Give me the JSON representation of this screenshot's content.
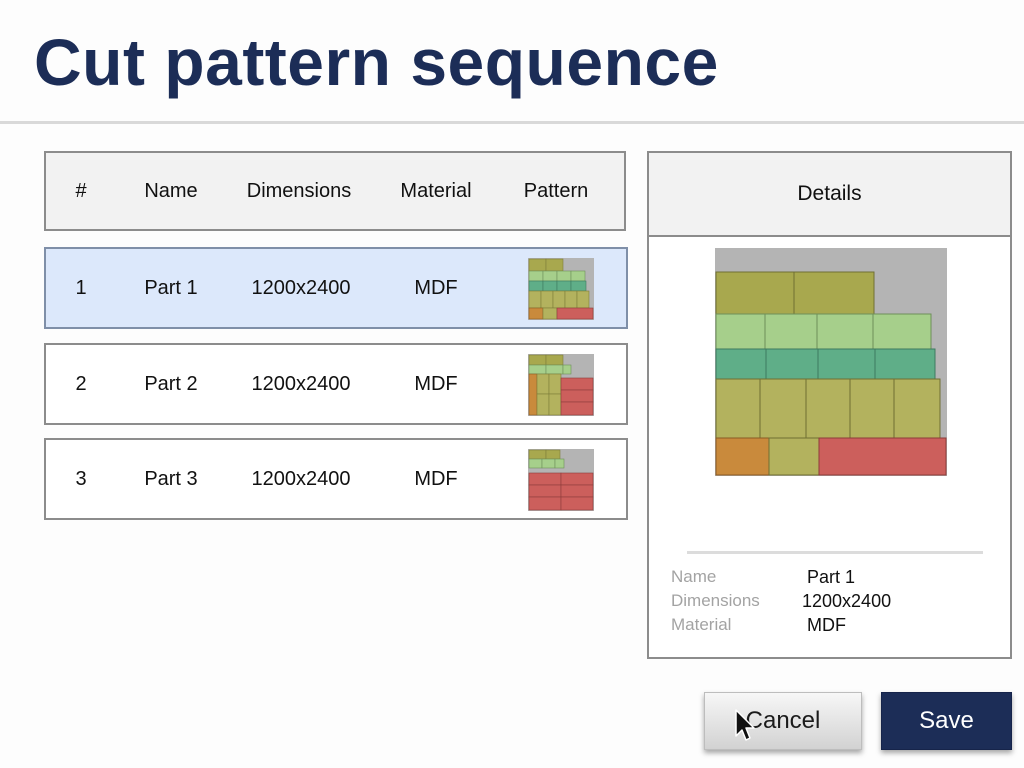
{
  "header": {
    "title": "Cut pattern sequence"
  },
  "table": {
    "columns": [
      "#",
      "Name",
      "Dimensions",
      "Material",
      "Pattern"
    ],
    "rows": [
      {
        "num": "1",
        "name": "Part 1",
        "dimensions": "1200x2400",
        "material": "MDF",
        "pattern_icon": "cut-pattern-1-thumbnail",
        "selected": true
      },
      {
        "num": "2",
        "name": "Part 2",
        "dimensions": "1200x2400",
        "material": "MDF",
        "pattern_icon": "cut-pattern-2-thumbnail",
        "selected": false
      },
      {
        "num": "3",
        "name": "Part 3",
        "dimensions": "1200x2400",
        "material": "MDF",
        "pattern_icon": "cut-pattern-3-thumbnail",
        "selected": false
      }
    ]
  },
  "details": {
    "heading": "Details",
    "preview_icon": "cut-pattern-1-preview",
    "fields": [
      {
        "label": "Name",
        "value": "Part 1"
      },
      {
        "label": "Dimensions",
        "value": "1200x2400"
      },
      {
        "label": "Material",
        "value": "MDF"
      }
    ]
  },
  "buttons": {
    "cancel": "Cancel",
    "save": "Save"
  },
  "colors": {
    "title": "#1c2d57",
    "selected_row": "#dce8fb",
    "save_button": "#1c2d57",
    "piece_olive": "#a8a84e",
    "piece_light_green": "#a6cf8b",
    "piece_teal": "#5fae88",
    "piece_tan": "#b3b25e",
    "piece_orange": "#c98a3c",
    "piece_red": "#cc5f5c",
    "offcut_gray": "#b4b4b4"
  }
}
